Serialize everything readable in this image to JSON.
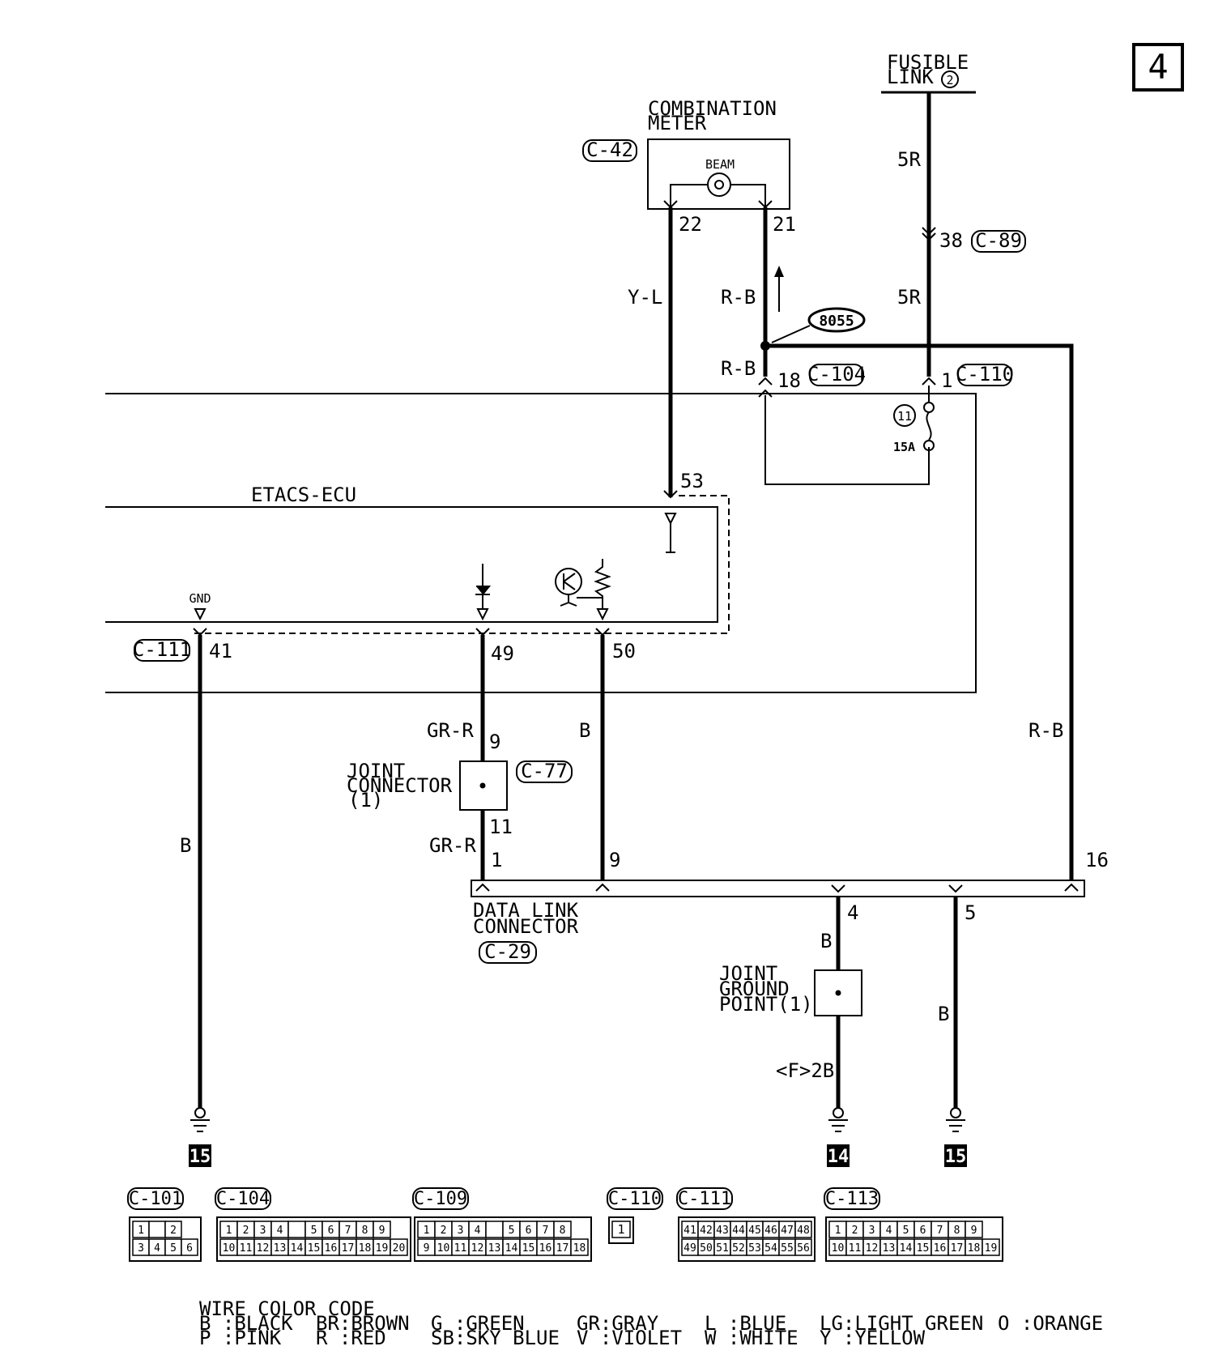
{
  "page_number": "4",
  "fusible_link": {
    "line1": "FUSIBLE",
    "line2": "LINK",
    "number": "2"
  },
  "combination_meter": {
    "line1": "COMBINATION",
    "line2": "METER",
    "connector": "C-42",
    "beam_label": "BEAM",
    "pin_left": "22",
    "pin_right": "21"
  },
  "wires": {
    "yl": "Y-L",
    "rb_upper": "R-B",
    "rb_lower": "R-B",
    "rb_right": "R-B",
    "fr_upper": "5R",
    "fr_lower": "5R",
    "grr_upper": "GR-R",
    "grr_lower": "GR-R",
    "b_50": "B",
    "b_41": "B",
    "b_dlc4": "B",
    "b_dlc5": "B",
    "f2b": "<F>2B"
  },
  "c89": {
    "pin": "38",
    "connector": "C-89"
  },
  "splice": "8055",
  "c104": {
    "pin": "18",
    "connector": "C-104"
  },
  "c110": {
    "pin": "1",
    "connector": "C-110"
  },
  "fuse": {
    "number": "11",
    "rating": "15A"
  },
  "etacs": {
    "title": "ETACS-ECU",
    "gnd": "GND",
    "connector": "C-111",
    "pin_41": "41",
    "pin_49": "49",
    "pin_50": "50",
    "pin_53": "53"
  },
  "joint_connector": {
    "line1": "JOINT",
    "line2": "CONNECTOR",
    "line3": "(1)",
    "connector": "C-77",
    "pin_top": "9",
    "pin_bottom": "11"
  },
  "dlc": {
    "line1": "DATA LINK",
    "line2": "CONNECTOR",
    "connector": "C-29",
    "pin_1": "1",
    "pin_9": "9",
    "pin_4": "4",
    "pin_5": "5",
    "pin_16": "16"
  },
  "joint_ground": {
    "line1": "JOINT",
    "line2": "GROUND",
    "line3": "POINT(1)"
  },
  "ground_points": [
    "15",
    "14",
    "15"
  ],
  "connector_views": [
    {
      "id": "C-101",
      "rows": [
        [
          "1",
          "",
          "2"
        ],
        [
          "3",
          "4",
          "5",
          "6"
        ]
      ]
    },
    {
      "id": "C-104",
      "rows": [
        [
          "1",
          "2",
          "3",
          "4",
          "",
          "5",
          "6",
          "7",
          "8",
          "9"
        ],
        [
          "10",
          "11",
          "12",
          "13",
          "14",
          "15",
          "16",
          "17",
          "18",
          "19",
          "20"
        ]
      ]
    },
    {
      "id": "C-109",
      "rows": [
        [
          "1",
          "2",
          "3",
          "4",
          "",
          "5",
          "6",
          "7",
          "8"
        ],
        [
          "9",
          "10",
          "11",
          "12",
          "13",
          "14",
          "15",
          "16",
          "17",
          "18"
        ]
      ]
    },
    {
      "id": "C-110",
      "rows": [
        [
          "1"
        ]
      ]
    },
    {
      "id": "C-111",
      "rows": [
        [
          "41",
          "42",
          "43",
          "44",
          "45",
          "46",
          "47",
          "48"
        ],
        [
          "49",
          "50",
          "51",
          "52",
          "53",
          "54",
          "55",
          "56"
        ]
      ]
    },
    {
      "id": "C-113",
      "rows": [
        [
          "1",
          "2",
          "3",
          "4",
          "5",
          "6",
          "7",
          "8",
          "9"
        ],
        [
          "10",
          "11",
          "12",
          "13",
          "14",
          "15",
          "16",
          "17",
          "18",
          "19"
        ]
      ]
    }
  ],
  "legend": {
    "title": "WIRE COLOR CODE",
    "row1": [
      "B :BLACK",
      "BR:BROWN",
      "G :GREEN",
      "GR:GRAY",
      "L :BLUE",
      "LG:LIGHT GREEN",
      "O :ORANGE"
    ],
    "row2": [
      "P :PINK",
      "R :RED",
      "SB:SKY BLUE",
      "V :VIOLET",
      "W :WHITE",
      "Y :YELLOW"
    ]
  }
}
